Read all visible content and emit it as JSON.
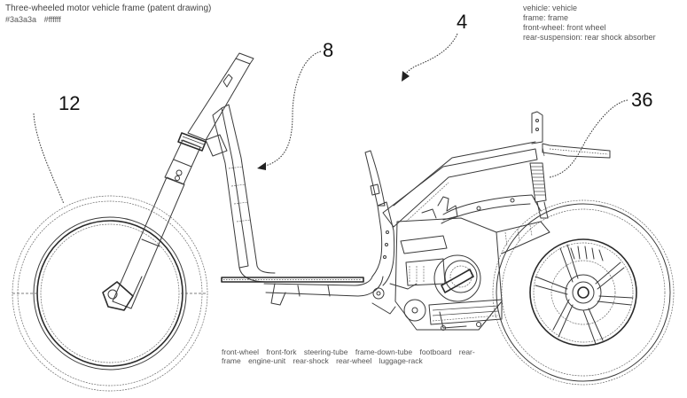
{
  "figure": {
    "title": "Three-wheeled motor vehicle frame (patent drawing)",
    "line_color": "#3a3a3a",
    "background": "#ffffff"
  },
  "reference_numerals": [
    {
      "id": "vehicle",
      "label": "4",
      "points_to": "vehicle"
    },
    {
      "id": "frame",
      "label": "8",
      "points_to": "frame"
    },
    {
      "id": "front-wheel",
      "label": "12",
      "points_to": "front wheel"
    },
    {
      "id": "rear-suspension",
      "label": "36",
      "points_to": "rear shock absorber"
    }
  ],
  "components": {
    "front_wheel": "front-wheel",
    "front_fork": "front-fork",
    "steering_tube": "steering-tube",
    "frame_down_tube": "frame-down-tube",
    "footboard": "footboard",
    "rear_frame": "rear-frame",
    "engine": "engine-unit",
    "rear_shock": "rear-shock",
    "rear_wheel": "rear-wheel",
    "luggage_rack": "luggage-rack"
  }
}
